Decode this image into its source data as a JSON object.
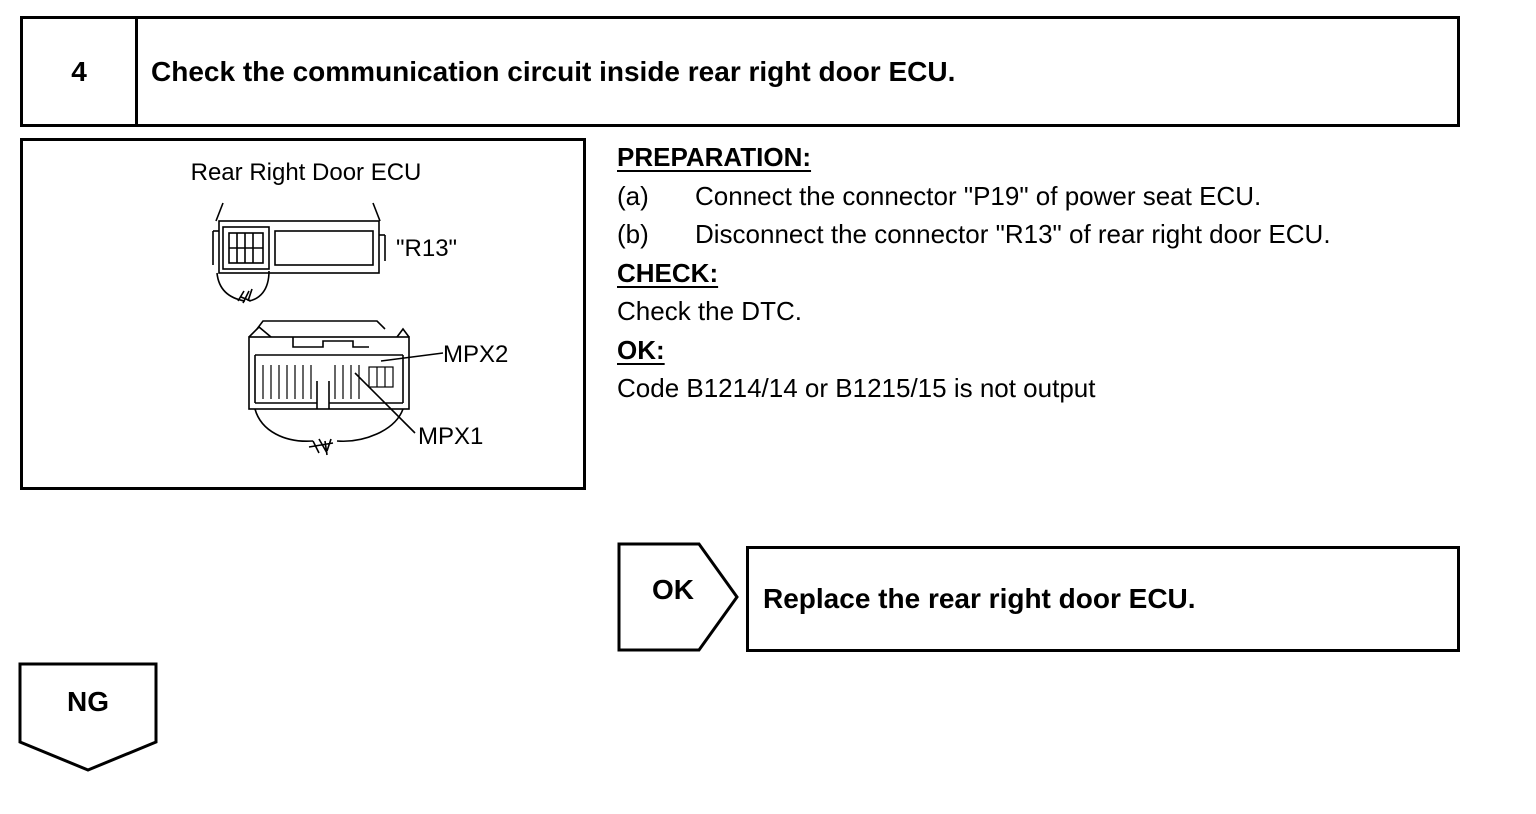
{
  "step": {
    "number": "4",
    "title": "Check the communication circuit inside rear right door ECU."
  },
  "diagram": {
    "title": "Rear Right Door ECU",
    "connector_label": "\"R13\"",
    "pin_labels": [
      "MPX2",
      "MPX1"
    ]
  },
  "instructions": {
    "preparation_header": "PREPARATION:",
    "preparation_steps": [
      {
        "tag": "(a)",
        "text": "Connect the connector \"P19\" of power seat ECU."
      },
      {
        "tag": "(b)",
        "text": "Disconnect the connector \"R13\" of rear right door ECU."
      }
    ],
    "check_header": "CHECK:",
    "check_text": "Check the DTC.",
    "ok_header": "OK:",
    "ok_text": "Code B1214/14 or B1215/15 is not output"
  },
  "ok_branch": {
    "label": "OK",
    "result": "Replace the rear right door ECU."
  },
  "ng_branch": {
    "label": "NG"
  }
}
